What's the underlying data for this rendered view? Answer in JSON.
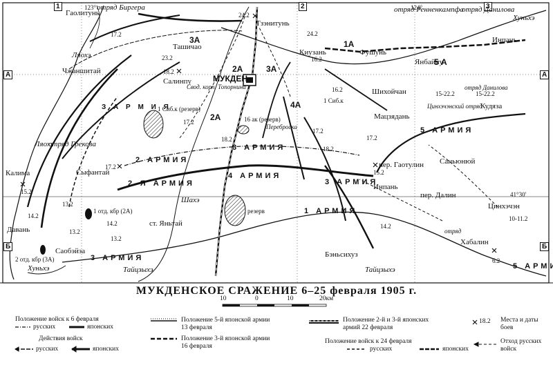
{
  "title": "МУКДЕНСКОЕ СРАЖЕНИЕ 6–25 февраля 1905 г.",
  "grid": {
    "top": [
      "1",
      "2",
      "3"
    ],
    "left": [
      "А",
      "Б"
    ],
    "right": [
      "А",
      "Б"
    ],
    "lon_labels": [
      "123°",
      "124°"
    ],
    "lat_label": "41°30'"
  },
  "places": {
    "gaolitun": "Гаолитунь",
    "tashichao": "Ташичао",
    "tzenitun": "Тзэнитунь",
    "kiuzan": "Киузань",
    "fushun": "Фушунь",
    "inpan_ne": "Инпань",
    "chzhanshitai": "Чжаншитай",
    "salinpu": "Салинпу",
    "mukden": "МУКДЕН",
    "yanbaipu": "Янбайпу",
    "shihoichan": "Шихойчан",
    "matsyadani": "Мацзядань",
    "kudyaza": "Кудяза",
    "kalima": "Калима",
    "syfantai": "Сыфантай",
    "sanyunyuy": "Саньюнюй",
    "inpan_s": "Инпань",
    "yantai": "ст. Яньтай",
    "davan": "Давань",
    "saobeiza": "Саобэйза",
    "benxihu": "Бэньсихуз",
    "habalin": "Хабалин",
    "tsinhechen": "Цинхэчэн",
    "pass_gaotulin": "пер. Гаотулин",
    "pass_dalin": "пер. Далин",
    "shah": "Шахэ",
    "taizihe_s": "Тайцзыхэ",
    "taizihe_c": "Тайцзыхэ",
    "hunhe": "Хуньхэ",
    "hunhe_ne": "Хуньхэ",
    "lyaohe": "Ляохэ",
    "liaohe_w": "Ляохэ",
    "perebroska": "Переброска"
  },
  "detachments": {
    "birger": "отряд Биргера",
    "rennenkampf": "отряд Ренненкампфа",
    "danilov": "отряд Данилова",
    "danilov2": "отряд Данилова",
    "greckov": "отряд Грекова",
    "tsinhechen_otr": "Цинхэчэнский отряд",
    "otryad_s": "отряд",
    "sv_corps": "Свод. корп. Топорнина",
    "sib1": "1 Сиб.к (резерв)",
    "ak16": "16 ак (резерв)",
    "sib1_small": "1 Сиб.к",
    "reserve": "резерв",
    "kbr1": "1 отд. кбр (2А)",
    "kbr2": "2 отд. кбр (3А)"
  },
  "armies": {
    "a2": "2 АРМИЯ",
    "a2b": "2-Я АРМИЯ",
    "a3": "3 АРМИЯ",
    "a3b": "3 АРМИЯ",
    "a4": "4 АРМИЯ",
    "a1": "1 АРМИЯ",
    "a5": "5 АРМИЯ",
    "a5b": "5 АРМИЯ",
    "a3c": "3 АРМИЯ",
    "zarmiya": "З А Р М И Я",
    "a1_lbl": "1А",
    "a2_lbl": "2А",
    "a3_lbl": "3А",
    "a3_lbl2": "3А",
    "a4_lbl": "4А",
    "a5_lbl": "5 А",
    "a2_lbl2": "2А"
  },
  "dates": [
    "17.2",
    "24.2",
    "24.2",
    "23.2",
    "18.2",
    "17.2",
    "15.2",
    "17.2",
    "14.2",
    "13.2",
    "13.2",
    "14.2",
    "13.2",
    "18.2",
    "16.2",
    "17.2",
    "15-22.2",
    "16.2",
    "18.2",
    "17.2",
    "14.2",
    "10-11.2",
    "6.2",
    "15-22.2",
    "15.2"
  ],
  "scale": {
    "ticks": [
      "10",
      "0",
      "10",
      "20км"
    ]
  },
  "legend": {
    "pos6": "Положение войск к 6 февраля",
    "russians": "русских",
    "japanese": "японских",
    "actions": "Действия войск",
    "actions_rus": "русских",
    "actions_jap": "японских",
    "army5": "Положение 5-й японской армии",
    "army5_date": "13 февраля",
    "army3": "Положение 3-й японской армии",
    "army3_date": "16 февраля",
    "army23": "Положение 2-й и 3-й японских армий 22 февраля",
    "pos24": "Положение войск к 24 февраля",
    "pos24_rus": "русских",
    "pos24_jap": "японских",
    "battles": "Места и даты боев",
    "battle_sample": "18.2",
    "retreat": "Отход русских войск"
  }
}
